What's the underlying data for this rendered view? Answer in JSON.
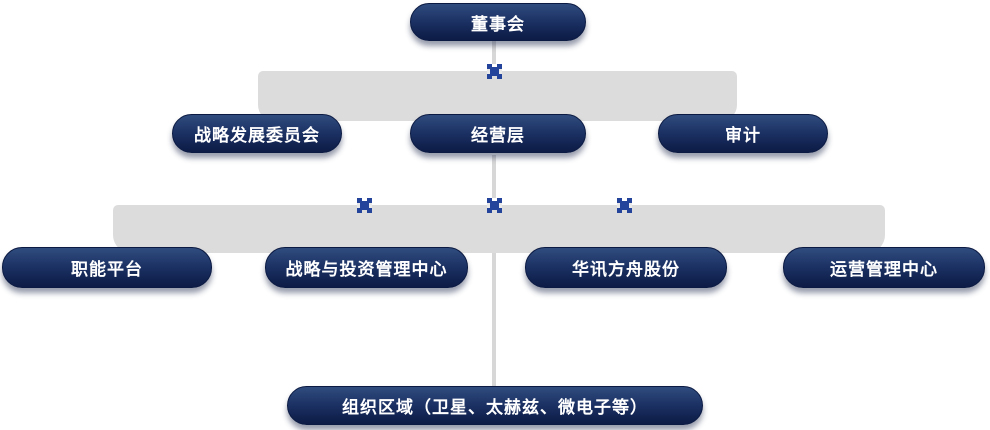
{
  "org": {
    "nodes": [
      {
        "id": "board",
        "label": "董事会"
      },
      {
        "id": "strategy-committee",
        "label": "战略发展委员会"
      },
      {
        "id": "management",
        "label": "经营层"
      },
      {
        "id": "audit",
        "label": "审计"
      },
      {
        "id": "functional-platform",
        "label": "职能平台"
      },
      {
        "id": "strategy-investment",
        "label": "战略与投资管理中心"
      },
      {
        "id": "huaxun-fangzhou",
        "label": "华讯方舟股份"
      },
      {
        "id": "operations-center",
        "label": "运营管理中心"
      },
      {
        "id": "org-region",
        "label": "组织区域（卫星、太赫兹、微电子等）"
      }
    ],
    "hierarchy": [
      {
        "parent": "董事会",
        "children": [
          "战略发展委员会",
          "经营层",
          "审计"
        ]
      },
      {
        "parent": "经营层",
        "children": [
          "职能平台",
          "战略与投资管理中心",
          "华讯方舟股份",
          "运营管理中心",
          "组织区域（卫星、太赫兹、微电子等）"
        ]
      }
    ],
    "colors": {
      "node_gradient_top": "#304c7e",
      "node_gradient_bottom": "#0d1c46",
      "node_text": "#ffffff",
      "connector_band": "#dcdcdc",
      "connector_line": "#d7d7d7",
      "anchor_cross": "#24439b",
      "background": "#ffffff"
    }
  }
}
